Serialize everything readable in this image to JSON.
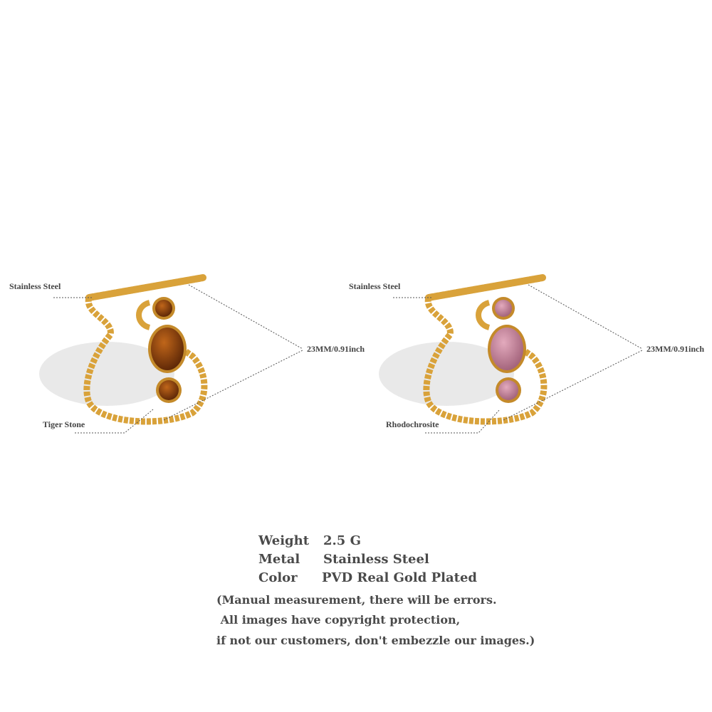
{
  "products": [
    {
      "material_label": "Stainless Steel",
      "size_label": "23MM/0.91inch",
      "stone_label": "Tiger Stone",
      "stone_colors": [
        "#7a3a0c",
        "#c0661a"
      ]
    },
    {
      "material_label": "Stainless Steel",
      "size_label": "23MM/0.91inch",
      "stone_label": "Rhodochrosite",
      "stone_colors": [
        "#b6788f",
        "#e3aabd"
      ]
    }
  ],
  "specs": [
    {
      "label": "Weight",
      "value": "2.5 G"
    },
    {
      "label": "Metal",
      "value": "Stainless Steel"
    },
    {
      "label": "Color",
      "value": "PVD Real Gold Plated"
    }
  ],
  "notes": [
    "(Manual measurement, there will be errors.",
    " All images have copyright protection,",
    "if not our customers, don't embezzle our images.)"
  ],
  "gold_color": "#d9a23a"
}
